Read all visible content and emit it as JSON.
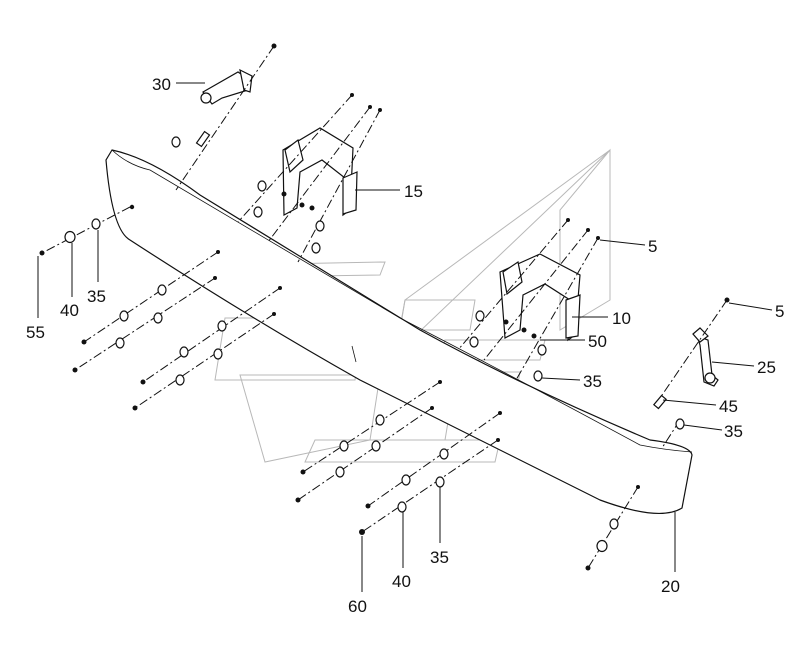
{
  "callouts": [
    {
      "id": "c30",
      "text": "30"
    },
    {
      "id": "c15",
      "text": "15"
    },
    {
      "id": "c5a",
      "text": "5"
    },
    {
      "id": "c10",
      "text": "10"
    },
    {
      "id": "c50",
      "text": "50"
    },
    {
      "id": "c35a",
      "text": "35"
    },
    {
      "id": "c5b",
      "text": "5"
    },
    {
      "id": "c25",
      "text": "25"
    },
    {
      "id": "c45",
      "text": "45"
    },
    {
      "id": "c35b",
      "text": "35"
    },
    {
      "id": "c55",
      "text": "55"
    },
    {
      "id": "c40a",
      "text": "40"
    },
    {
      "id": "c35c",
      "text": "35"
    },
    {
      "id": "c60",
      "text": "60"
    },
    {
      "id": "c40b",
      "text": "40"
    },
    {
      "id": "c35d",
      "text": "35"
    },
    {
      "id": "c20",
      "text": "20"
    }
  ]
}
